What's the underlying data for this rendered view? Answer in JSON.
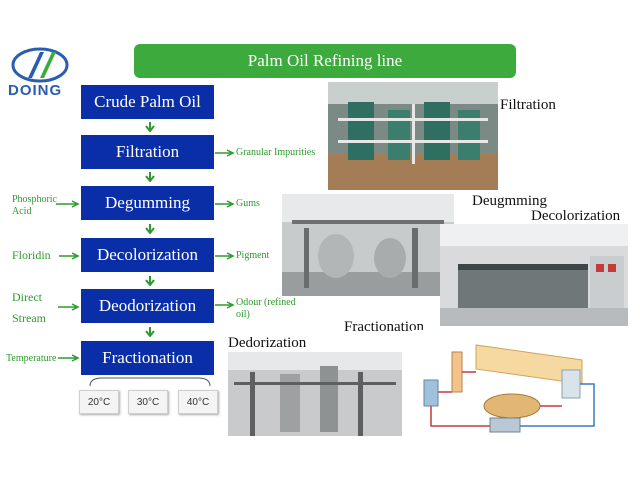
{
  "logo": {
    "text": "DOING",
    "icon": "doing-logo-icon"
  },
  "title": "Palm Oil Refining line",
  "steps": [
    "Crude Palm Oil",
    "Filtration",
    "Degumming",
    "Decolorization",
    "Deodorization",
    "Fractionation"
  ],
  "inputs": {
    "degumming": "Phosphoric Acid",
    "decolorization": "Floridin",
    "deodorization": "Direct Stream",
    "fractionation": "Temperature"
  },
  "outputs": {
    "filtration": "Granular Impurities",
    "degumming": "Gums",
    "decolorization": "Pigment",
    "deodorization": "Odour (refined oil)"
  },
  "temperatures": [
    "20°C",
    "30°C",
    "40°C"
  ],
  "photo_labels": {
    "filtration": "Filtration",
    "degumming": "Deugmming",
    "decolorization": "Decolorization",
    "fractionation": "Fractionation",
    "deodorization": "Dedorization"
  },
  "colors": {
    "box": "#0a2ea8",
    "accent_green": "#3daa3d",
    "label_green": "#2e9a2e",
    "logo_blue": "#2a5db0"
  }
}
